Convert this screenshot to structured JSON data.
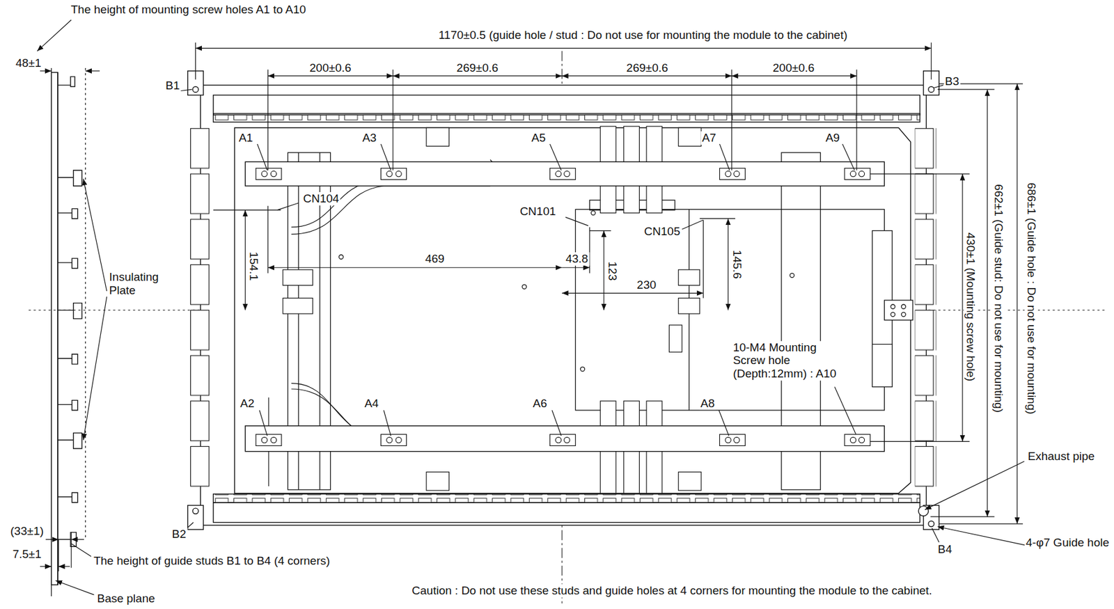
{
  "diagram": {
    "labels": [
      "The height of mounting screw holes A1 to A10",
      "48±1",
      "1170±0.5 (guide hole / stud : Do not use for mounting the module to the cabinet)",
      "200±0.6",
      "269±0.6",
      "269±0.6",
      "200±0.6",
      "B1",
      "B3",
      "A1",
      "A3",
      "A5",
      "A7",
      "A9",
      "CN104",
      "CN101",
      "469",
      "43.8",
      "154.1",
      "123",
      "CN105",
      "145.6",
      "230",
      "Insulating Plate",
      "662±1 (Guide stud: Do not use for mounting)",
      "686±1 (Guide hole : Do not use for mounting)",
      "430±1 (Mounting screw hole)",
      "10-M4 Mounting Screw hole (Depth:12mm) : A10",
      "A2",
      "A4",
      "A6",
      "A8",
      "Exhaust pipe",
      "B2",
      "B4",
      "4-φ7 Guide hole",
      "(33±1)",
      "7.5±1",
      "The height of guide studs B1 to B4 (4 corners)",
      "Base plane",
      "Caution : Do not use these studs and guide holes at 4 corners for mounting the module to the cabinet."
    ]
  }
}
